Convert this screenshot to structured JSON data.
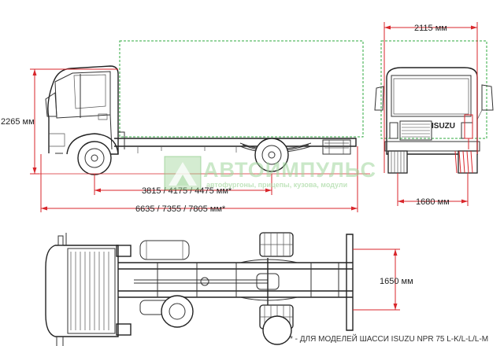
{
  "dimensions": {
    "overall_height": "2265 мм",
    "wheelbase": "3815 / 4175 / 4475 мм*",
    "overall_length": "6635 / 7355 / 7805 мм*",
    "rear_track_width": "2115 мм",
    "front_track": "1680 мм",
    "frame_width": "1650 мм"
  },
  "watermark": {
    "brand": "АВТОИМПУЛЬС",
    "tagline": "автофургоны, прицепы, кузова, модули"
  },
  "footnote": "* - ДЛЯ МОДЕЛЕЙ ШАССИ ISUZU NPR 75 L-K/L-L/L-M",
  "cab_badge": "ISUZU",
  "colors": {
    "dimension_line": "#d8262b",
    "body_outline": "#2faa3f",
    "watermark": "#9fd59a"
  }
}
